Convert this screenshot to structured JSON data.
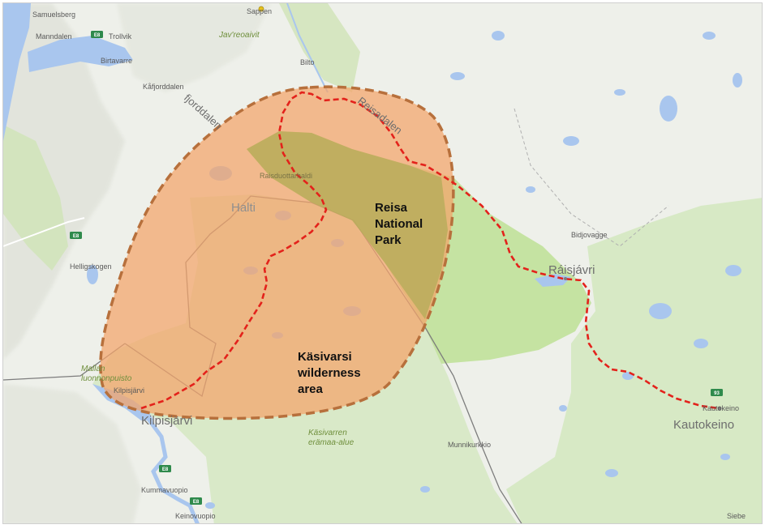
{
  "colors": {
    "land": "#eef0ea",
    "water": "#a9c6ee",
    "park_green": "#c5e3a2",
    "wilderness_green": "#d6e8c4",
    "highland_olive": "#b7ad5a",
    "area_fill": "#f4a36a",
    "area_border": "#b7703c",
    "route_red": "#e3221b",
    "border_gray": "#7d7d7d"
  },
  "places": {
    "samuelsberg": "Samuelsberg",
    "manndalen": "Manndalen",
    "trollvik": "Trollvik",
    "birtavarre": "Birtavarre",
    "kafjorddalen": "Kåfjorddalen",
    "fjorddalen": "fjorddalen",
    "sappen": "Sappen",
    "javreoaivit": "Jav'reoaivit",
    "bilto": "Bilto",
    "reisadalen": "Reisadalen",
    "raisduottarhaldi": "Raisduottarhaldi",
    "halti": "Halti",
    "helligskogen": "Helligskogen",
    "bidjovagge": "Bidjovagge",
    "raisiavri": "Ráisjávri",
    "malla": "Mallan",
    "luonnonpuisto": "luonnonpuisto",
    "kilpisjarvi_small": "Kilpisjärvi",
    "kilpisjarvi": "Kilpisjärvi",
    "kasivarren_1": "Käsivarren",
    "kasivarren_2": "erämaa-alue",
    "munnikurkkio": "Munnikurkkio",
    "kummavuopio": "Kummavuopio",
    "keinovuopio": "Keinovuopio",
    "kautokeino_small": "Kautokeino",
    "kautokeino": "Kautokeino",
    "siebe": "Siebe"
  },
  "annotations": {
    "reisa_1": "Reisa",
    "reisa_2": "National",
    "reisa_3": "Park",
    "kasivarsi_1": "Käsivarsi",
    "kasivarsi_2": "wilderness",
    "kasivarsi_3": "area"
  },
  "road_shields": {
    "e8_north": "E8",
    "e8_west": "E8",
    "e8_south": "E8",
    "e8_south2": "E8",
    "e93": "93"
  }
}
